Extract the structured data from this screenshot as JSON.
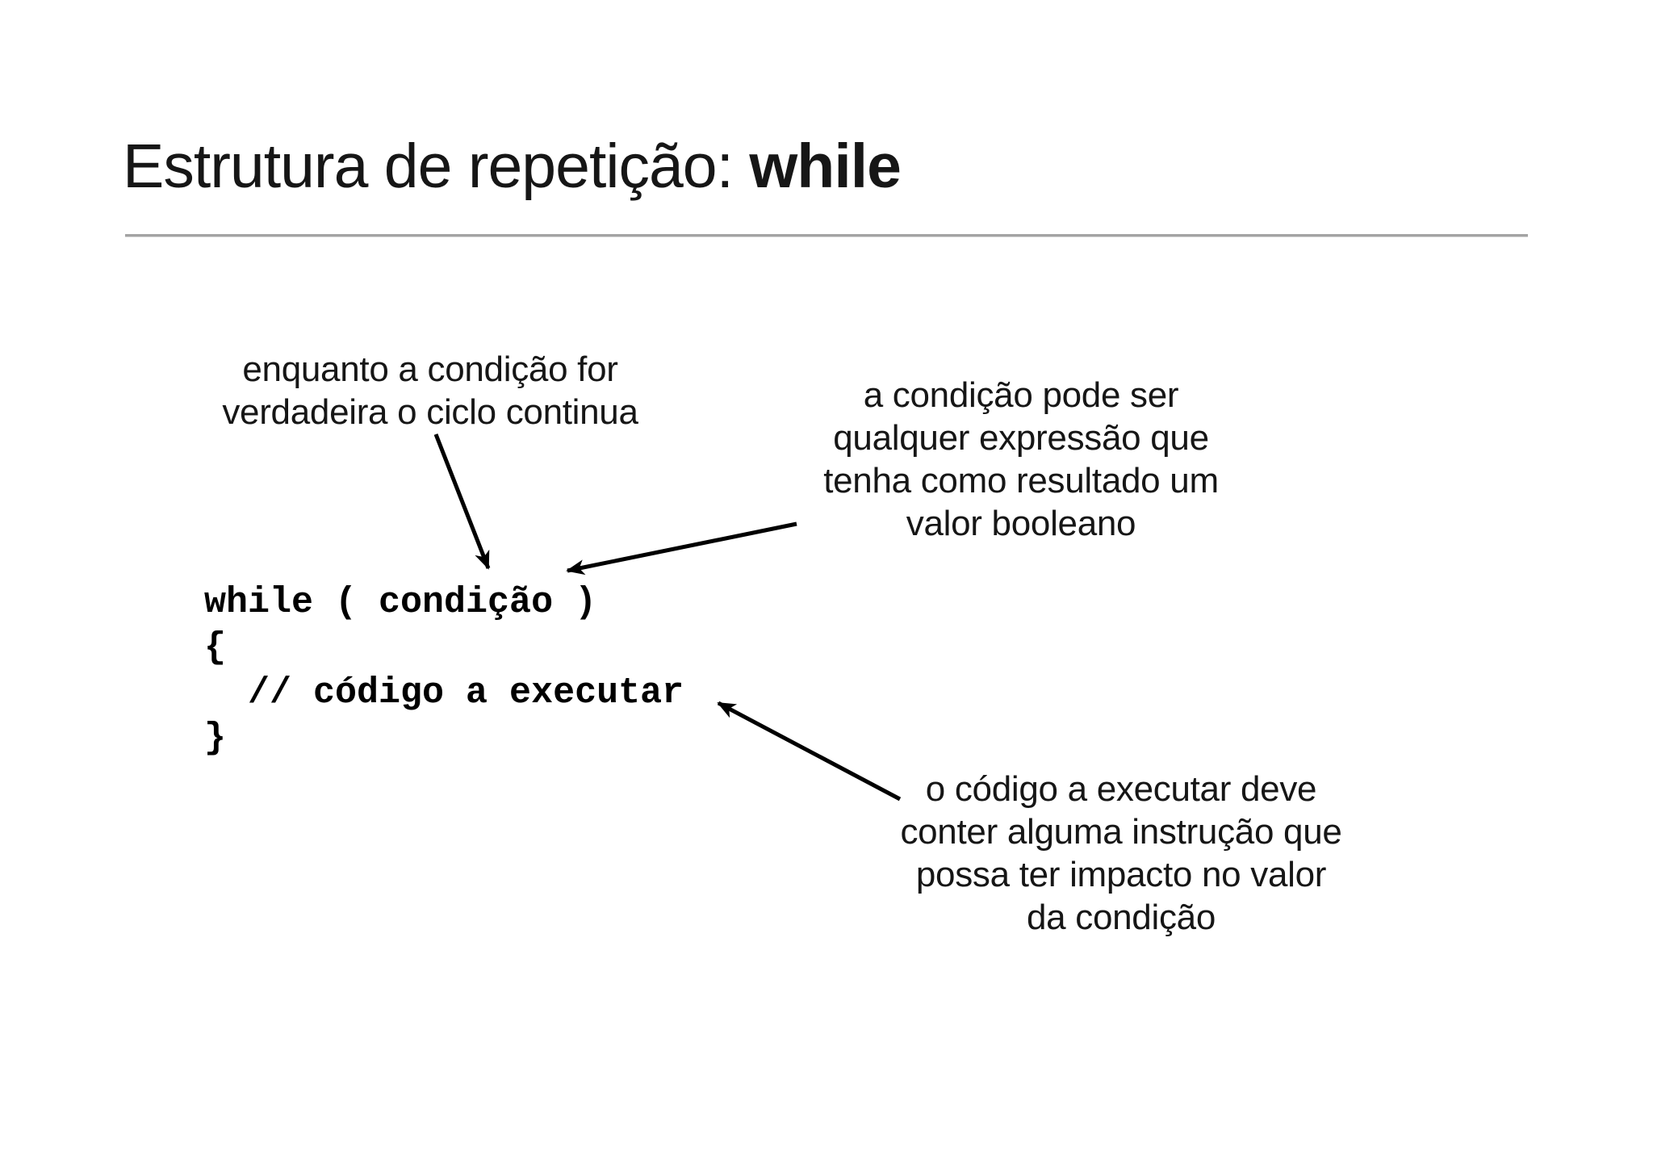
{
  "slide": {
    "title": {
      "regular": "Estrutura de repetição: ",
      "bold": "while"
    },
    "annotations": [
      {
        "id": "loop-continues",
        "lines": [
          "enquanto a condição for",
          "verdadeira o ciclo continua"
        ]
      },
      {
        "id": "condition-expression",
        "lines": [
          "a condição pode ser",
          "qualquer expressão que",
          "tenha como resultado um",
          "valor booleano"
        ]
      },
      {
        "id": "code-impact",
        "lines": [
          "o código a executar deve",
          "conter alguma instrução que",
          "possa ter impacto no valor",
          "da condição"
        ]
      }
    ],
    "code": {
      "lines": [
        "while ( condição )",
        "{",
        "  // código a executar",
        "}"
      ]
    },
    "colors": {
      "background": "#ffffff",
      "text": "#161616",
      "code_text": "#000000",
      "divider": "#a3a3a3",
      "arrow": "#000000"
    }
  }
}
